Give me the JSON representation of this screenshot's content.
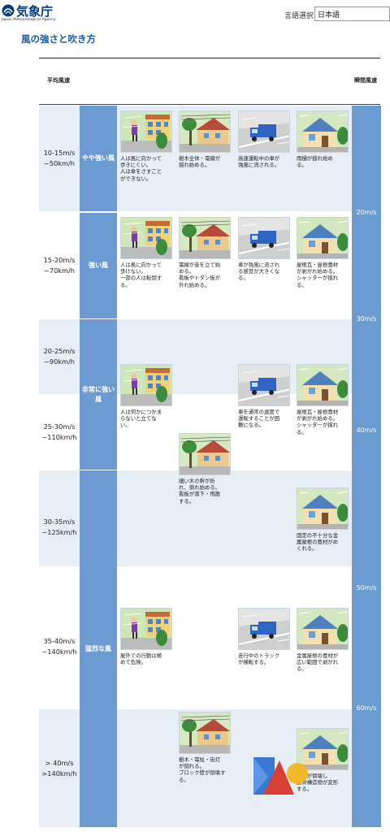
{
  "header": {
    "logo_text": "気象庁",
    "logo_sub": "Japan Meteorological Agency",
    "lang_label": "言語選択",
    "lang_value": "日本語"
  },
  "page": {
    "title": "風の強さと吹き方",
    "col_avg": "平均風速",
    "col_gust": "瞬間風速"
  },
  "rows": [
    {
      "speed_ms": "10-15m/s",
      "speed_kmh": "~50km/h"
    },
    {
      "speed_ms": "15-20m/s",
      "speed_kmh": "~70km/h"
    },
    {
      "speed_ms": "20-25m/s",
      "speed_kmh": "~90km/h"
    },
    {
      "speed_ms": "25-30m/s",
      "speed_kmh": "~110km/h"
    },
    {
      "speed_ms": "30-35m/s",
      "speed_kmh": "~125km/h"
    },
    {
      "speed_ms": "35-40m/s",
      "speed_kmh": "~140km/h"
    },
    {
      "speed_ms": "> 40m/s",
      "speed_kmh": ">140km/h"
    }
  ],
  "names": [
    "やや強い風",
    "強い風",
    "非常に強い風",
    "猛烈な風"
  ],
  "gusts": [
    "20m/s",
    "30m/s",
    "40m/s",
    "50m/s",
    "60m/s"
  ],
  "items": [
    {
      "scene": "person",
      "caption": "人は風に向かって\n歩きにくい。\n人は傘をさすこと\nができない。"
    },
    {
      "scene": "tree",
      "caption": "樹木全体・電線が\n揺れ始める。"
    },
    {
      "scene": "truck",
      "caption": "高速運転中の車が\n強風に流される。"
    },
    {
      "scene": "house",
      "caption": "雨樋が揺れ始め\nる。"
    },
    {
      "scene": "person",
      "caption": "人は風に向かって\n歩けない。\n一部の人は転倒す\nる。"
    },
    {
      "scene": "tree",
      "caption": "電線が音を立て始\nめる。\n看板やトタン板が\n外れ始める。"
    },
    {
      "scene": "truck",
      "caption": "車が強風に流され\nる感覚が大きくな\nる。"
    },
    {
      "scene": "house",
      "caption": "屋根瓦・屋根葺材\nが剥がれ始める。\nシャッターが揺れ\nる。"
    },
    {
      "scene": "person",
      "caption": "人は何かにつかま\nらないと立てな\nい。"
    },
    {
      "scene": "truck",
      "caption": "車を通常の速度で\n運転することが困\n難になる。"
    },
    {
      "scene": "house",
      "caption": "屋根瓦・屋根葺材\nが剥がれ始める。\nシャッターが揺れ\nる。"
    },
    {
      "scene": "tree",
      "caption": "細い木の幹が折\nれ、倒れ始める。\n看板が落下・飛散\nする。"
    },
    {
      "scene": "house",
      "caption": "固定の不十分な金\n属屋根の葺材がめ\nくれる。"
    },
    {
      "scene": "person",
      "caption": "屋外での行動は極\nめて危険。"
    },
    {
      "scene": "truck",
      "caption": "走行中のトラック\nが横転する。"
    },
    {
      "scene": "house",
      "caption": "金属屋根の葺材が\n広い範囲で剥がれ\nる。"
    },
    {
      "scene": "tree",
      "caption": "樹木・電柱・街灯\nが倒れる。\nブロック壁が倒壊す\nる。"
    },
    {
      "scene": "house",
      "caption": "住家が倒壊し\n鉄骨構造物が変形\nする。"
    }
  ],
  "colors": {
    "accent": "#1a5ea8",
    "label_blue": "#6b9bd0",
    "band": "#e7eef6"
  }
}
